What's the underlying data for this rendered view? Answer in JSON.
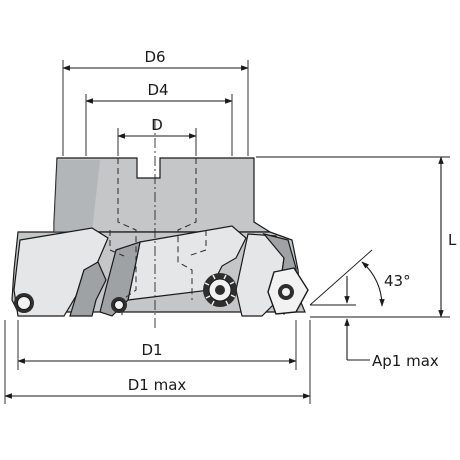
{
  "drawing": {
    "body_color": "#c4c6c8",
    "body_shade": "#9fa2a5",
    "body_highlight": "#e4e6e8",
    "insert_color": "#f2f2f2",
    "insert_dark": "#2e2e2e",
    "line_color": "#1a1a1a"
  },
  "labels": {
    "d6": "D6",
    "d4": "D4",
    "d": "D",
    "d1": "D1",
    "d1_max": "D1 max",
    "l": "L",
    "angle": "43°",
    "ap1_max": "Ap1 max"
  }
}
